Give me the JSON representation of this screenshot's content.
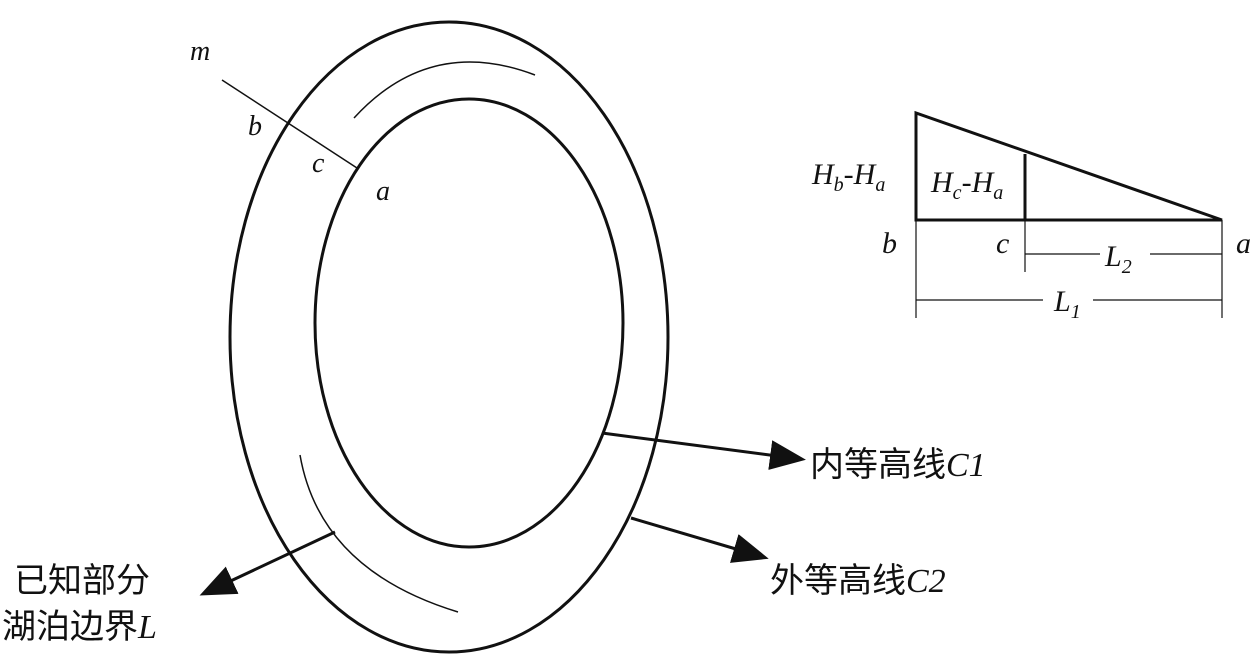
{
  "point_labels": {
    "m": "m",
    "b": "b",
    "c": "c",
    "a": "a"
  },
  "inset": {
    "ha_left": {
      "main": "H",
      "sub1": "b",
      "dash": "-",
      "main2": "H",
      "sub2": "a"
    },
    "hc_box": {
      "main": "H",
      "sub1": "c",
      "dash": "-",
      "main2": "H",
      "sub2": "a"
    },
    "b": "b",
    "c": "c",
    "a": "a",
    "l2": {
      "main": "L",
      "sub": "2"
    },
    "l1": {
      "main": "L",
      "sub": "1"
    }
  },
  "annotations": {
    "inner_contour": {
      "cn": "内等高线",
      "sym": "C1"
    },
    "outer_contour": {
      "cn": "外等高线",
      "sym": "C2"
    },
    "lake_line1": "已知部分",
    "lake_line2_cn": "湖泊边界",
    "lake_line2_sym": "L"
  }
}
